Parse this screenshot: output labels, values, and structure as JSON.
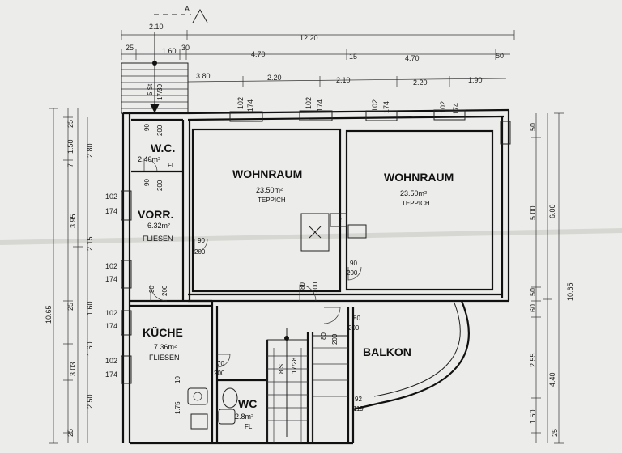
{
  "section_marker": "A",
  "dims_top": {
    "row1_left": "2.10",
    "row1_total": "12.20",
    "row2_a": "25",
    "row2_b": "1.60",
    "row2_c": "30",
    "row2_d": "4.70",
    "row2_e": "15",
    "row2_f": "4.70",
    "row2_g": "50",
    "row3_a": "3.80",
    "row3_b": "2.20",
    "row3_c": "2.10",
    "row3_d": "2.20",
    "row3_e": "1.90",
    "stair_top": "5 St",
    "stair_top_ratio": "17/30"
  },
  "windows_top": [
    {
      "w": "102",
      "h": "174"
    },
    {
      "w": "102",
      "h": "174"
    },
    {
      "w": "102",
      "h": "174"
    },
    {
      "w": "102",
      "h": "174"
    }
  ],
  "dims_left": {
    "outer_total": "10.65",
    "mid_a": "3.95",
    "mid_b": "3.03",
    "inner_a": "25",
    "inner_b": "1.50",
    "inner_c": "7",
    "inner_d": "2.15",
    "inner_e": "2.80",
    "inner_f": "25",
    "inner_g": "1.60",
    "inner_h": "1.60",
    "inner_i": "2.50",
    "inner_j": "25"
  },
  "windows_left": [
    {
      "w": "102",
      "h": "174"
    },
    {
      "w": "102",
      "h": "174"
    },
    {
      "w": "102",
      "h": "174"
    },
    {
      "w": "102",
      "h": "174"
    }
  ],
  "dims_right": {
    "outer_total": "10.65",
    "mid_a": "6.00",
    "mid_b": "4.40",
    "inner_a": "50",
    "inner_b": "5.00",
    "inner_c": "50",
    "inner_d": "60",
    "inner_e": "2.55",
    "inner_f": "1.50",
    "inner_g": "25"
  },
  "rooms": {
    "wc_top": {
      "name": "W.C.",
      "area": "2.40m²",
      "floor": "FL."
    },
    "vorr": {
      "name": "VORR.",
      "area": "6.32m²",
      "floor": "FLIESEN"
    },
    "kueche": {
      "name": "KÜCHE",
      "area": "7.36m²",
      "floor": "FLIESEN"
    },
    "wohn1": {
      "name": "WOHNRAUM",
      "area": "23.50m²",
      "floor": "TEPPICH"
    },
    "wohn2": {
      "name": "WOHNRAUM",
      "area": "23.50m²",
      "floor": "TEPPICH"
    },
    "wc_bottom": {
      "name": "WC",
      "area": "2.8m²",
      "floor": "FL."
    },
    "balkon": {
      "name": "BALKON"
    }
  },
  "doors": {
    "d_wc": {
      "w": "90",
      "h": "200"
    },
    "d_vorr_top": {
      "w": "90",
      "h": "200"
    },
    "d_wohn1": {
      "w": "90",
      "h": "200"
    },
    "d_kueche": {
      "w": "90",
      "h": "200"
    },
    "d_wohn1_bottom": {
      "w": "80",
      "h": "200"
    },
    "d_wohn2": {
      "w": "90",
      "h": "200"
    },
    "d_balkon": {
      "w": "80",
      "h": "200"
    },
    "d_wc2": {
      "w": "70",
      "h": "200"
    },
    "d_stair": {
      "w": "80",
      "h": "200"
    },
    "d_bal2": {
      "w": "92",
      "h": "119"
    }
  },
  "stair_inner": {
    "steps": "8 ST",
    "ratio": "17/28"
  },
  "misc": {
    "k1": "10",
    "k2": "1.75"
  }
}
